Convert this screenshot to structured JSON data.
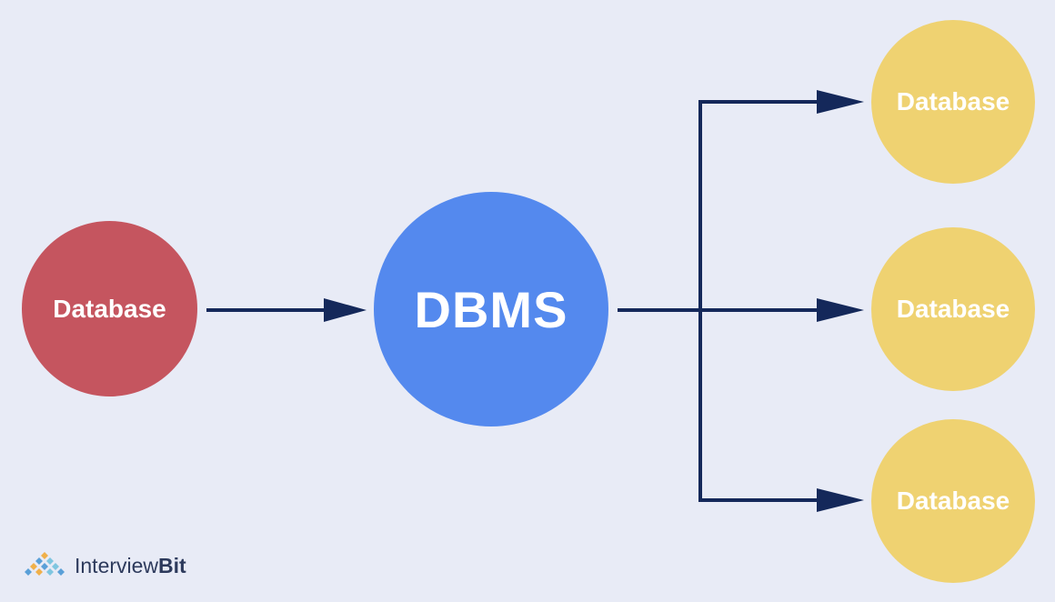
{
  "source": {
    "label": "Database",
    "color": "#c5555f"
  },
  "dbms": {
    "label": "DBMS",
    "color": "#5489ee"
  },
  "targets": [
    {
      "label": "Database",
      "color": "#efd271"
    },
    {
      "label": "Database",
      "color": "#efd271"
    },
    {
      "label": "Database",
      "color": "#efd271"
    }
  ],
  "connector_color": "#14285a",
  "background": "#e8ebf6",
  "brand": {
    "name_part1": "Interview",
    "name_part2": "Bit"
  }
}
